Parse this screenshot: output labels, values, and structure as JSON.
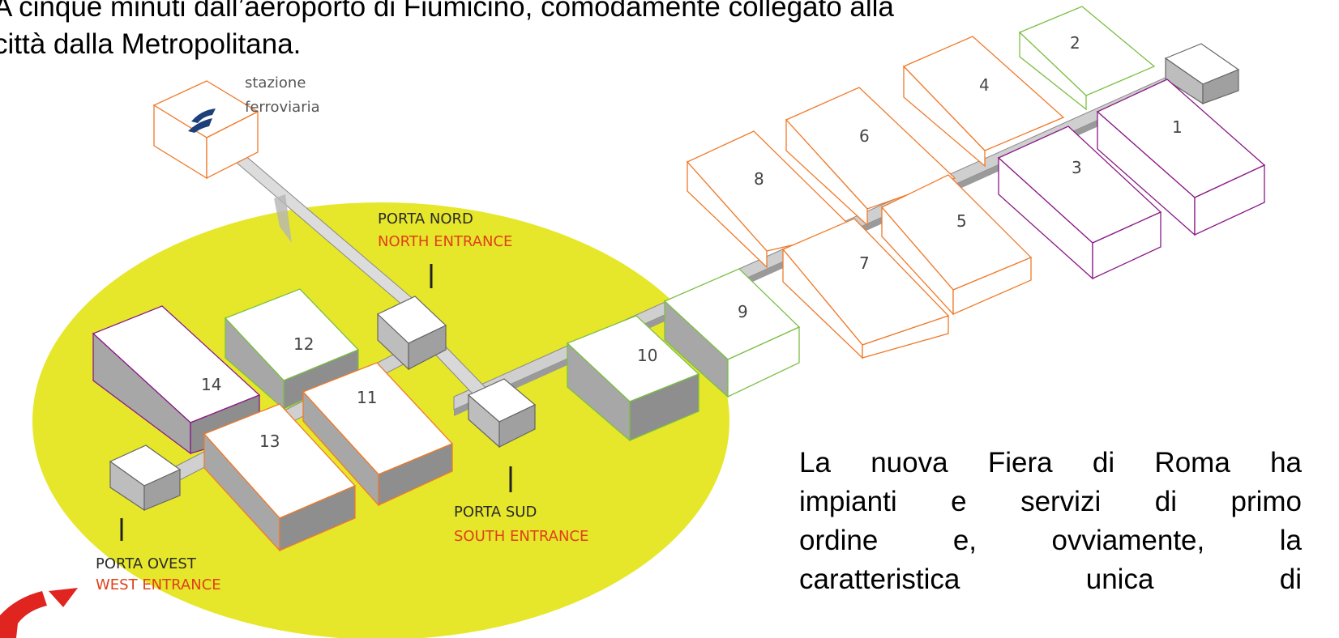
{
  "intro_text": "A cinque minuti dall’aeroporto di Fiumicino, comodamente collegato alla città dalla Metropolitana.",
  "station": {
    "line1": "stazione",
    "line2": "ferroviaria",
    "logo": "fs-logo"
  },
  "gates": {
    "north": {
      "it": "PORTA NORD",
      "en": "NORTH ENTRANCE"
    },
    "south": {
      "it": "PORTA SUD",
      "en": "SOUTH ENTRANCE"
    },
    "west": {
      "it": "PORTA OVEST",
      "en": "WEST ENTRANCE"
    }
  },
  "halls": {
    "h1": "1",
    "h2": "2",
    "h3": "3",
    "h4": "4",
    "h5": "5",
    "h6": "6",
    "h7": "7",
    "h8": "8",
    "h9": "9",
    "h10": "10",
    "h11": "11",
    "h12": "12",
    "h13": "13",
    "h14": "14"
  },
  "description": {
    "line1": "La nuova Fiera di Roma ha",
    "line2": "impianti e servizi di primo",
    "line3": "ordine e, ovviamente, la",
    "line4": "caratteristica unica di"
  },
  "colors": {
    "zone": "#e6e72a",
    "orange": "#f07a2a",
    "green": "#7cbf45",
    "purple": "#8a1a86",
    "grey_side": "#a7a7a7",
    "grey_dark": "#8e8e8e",
    "corridor": "#cfcfcf",
    "accent_red": "#e0401a"
  }
}
